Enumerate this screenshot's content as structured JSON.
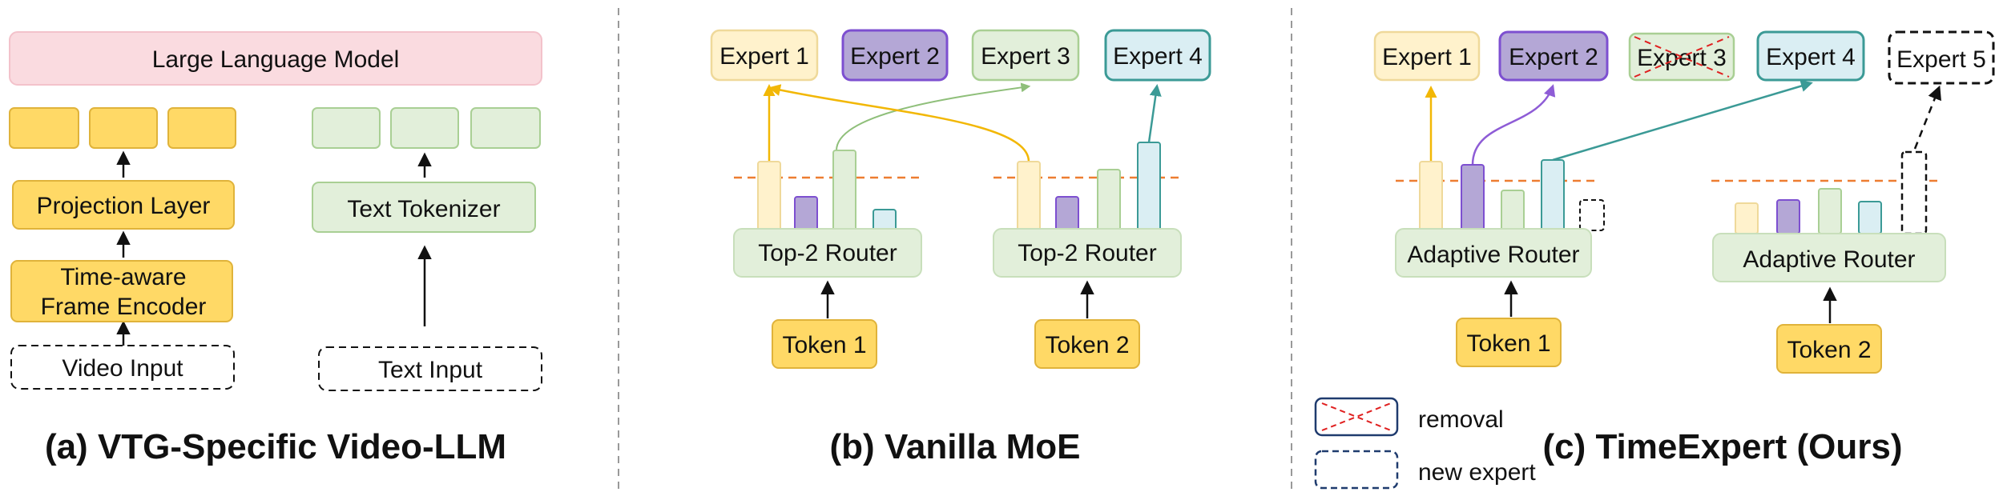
{
  "colors": {
    "yellow_fill": "#ffd966",
    "yellow_stroke": "#e0b33a",
    "light_yellow_fill": "#fff2cc",
    "light_yellow_stroke": "#efd99a",
    "purple_fill": "#b4a7d6",
    "purple_stroke": "#7d4fd0",
    "green_fill": "#e2efda",
    "green_stroke": "#a9cf94",
    "teal_fill": "#daeef3",
    "teal_stroke": "#3b9a96",
    "pink_fill": "#fadbe0",
    "orange_dashed": "#ed7d31",
    "removal_red": "#e02020"
  },
  "panel_a": {
    "llm_label": "Large Language Model",
    "projection_label": "Projection Layer",
    "encoder_line1": "Time-aware",
    "encoder_line2": "Frame Encoder",
    "video_input_label": "Video Input",
    "text_tokenizer_label": "Text Tokenizer",
    "text_input_label": "Text Input",
    "caption": "(a) VTG-Specific Video-LLM"
  },
  "panel_b": {
    "experts": [
      "Expert 1",
      "Expert 2",
      "Expert 3",
      "Expert 4"
    ],
    "router1_label": "Top-2 Router",
    "router2_label": "Top-2 Router",
    "token1_label": "Token 1",
    "token2_label": "Token 2",
    "caption": "(b) Vanilla MoE"
  },
  "panel_c": {
    "experts": [
      "Expert 1",
      "Expert 2",
      "Expert 3",
      "Expert 4",
      "Expert 5"
    ],
    "router1_label": "Adaptive Router",
    "router2_label": "Adaptive Router",
    "token1_label": "Token 1",
    "token2_label": "Token 2",
    "legend_removal": "removal",
    "legend_new_expert": "new expert",
    "caption": "(c) TimeExpert (Ours)"
  }
}
